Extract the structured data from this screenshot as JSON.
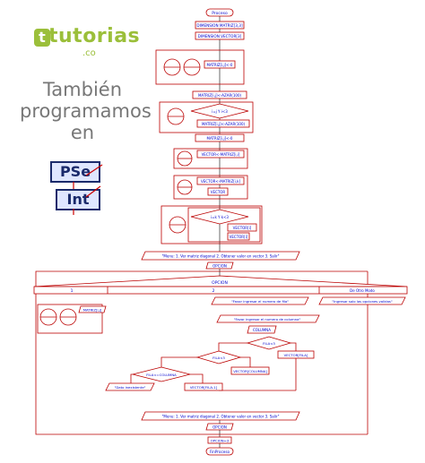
{
  "brand": {
    "logo_text": "tutorias",
    "logo_domain": ".co"
  },
  "promo": {
    "line1": "También",
    "line2": "programamos",
    "line3": "en"
  },
  "badges": {
    "pse": "PSe",
    "int": "Int"
  },
  "flow": {
    "start": "Proceso",
    "dim1": "DIMENSION MATRIZ[3,3]",
    "dim2": "DIMENSION VECTOR[3]",
    "assign_matrix": "MATRIZ[i,j]<-0",
    "assign_diag": "MATRIZ[i,j]<-AZAR(100)",
    "cond_ij": "i=j Y i<3",
    "assign_diag2": "MATRIZ[i,j]<-AZAR(100)",
    "assign_m3": "MATRIZ[i,j]<-0",
    "vector_sum": "VECTOR<-MATRIZ[i,i]",
    "vector_k": "VECTOR<-MATRIZ[i,k]",
    "vector_assign": "VECTOR",
    "cond_ik": "i=k Y k<3",
    "vector_i": "VECTOR[i]",
    "write_i": "VECTOR[i]",
    "menu1": "\"Menu: 1. Ver matriz diagonal 2. Obtener valor en vector 3. Salir\"",
    "read_op": "OPCION",
    "segun": "OPCION",
    "case1": "1",
    "case2": "2",
    "case_default": "De Otro Modo",
    "write_mat": "MATRIZ[i,j]",
    "msg_fila": "\"Favor ingresar el numero de fila\"",
    "msg_invalid": "\"Ingresar solo las opciones validas\"",
    "msg_col": "\"Favor ingresar el numero de columna\"",
    "read_col": "COLUMNA",
    "cond_fila": "FILA<3",
    "cond_col": "FILA<3",
    "vector_fila": "VECTOR[FILA]",
    "cond_fila_col": "FILA<=COLUMNA",
    "vector_col": "VECTOR[COLUMNA]",
    "msg_no_encontrado": "\"Dato inexistente\"",
    "vector_fila2": "VECTOR[FILA-1]",
    "menu2": "\"Menu: 1. Ver matriz diagonal 2. Obtener valor en vector 3. Salir\"",
    "read_op2": "OPCION",
    "end_op": "OPCION=3",
    "end": "FinProceso"
  }
}
